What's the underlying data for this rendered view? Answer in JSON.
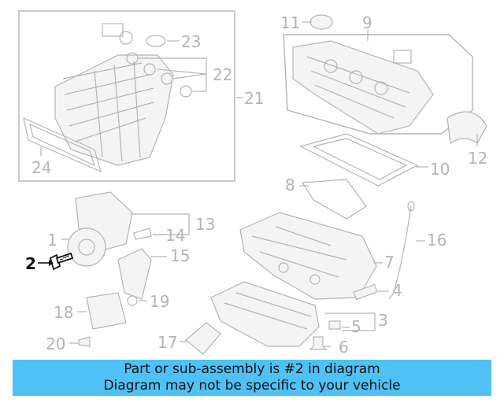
{
  "callouts": [
    {
      "id": "1",
      "label": "1",
      "highlighted": false
    },
    {
      "id": "2",
      "label": "2",
      "highlighted": true
    },
    {
      "id": "3",
      "label": "3",
      "highlighted": false
    },
    {
      "id": "4",
      "label": "4",
      "highlighted": false
    },
    {
      "id": "5",
      "label": "5",
      "highlighted": false
    },
    {
      "id": "6",
      "label": "6",
      "highlighted": false
    },
    {
      "id": "7",
      "label": "7",
      "highlighted": false
    },
    {
      "id": "8",
      "label": "8",
      "highlighted": false
    },
    {
      "id": "9",
      "label": "9",
      "highlighted": false
    },
    {
      "id": "10",
      "label": "10",
      "highlighted": false
    },
    {
      "id": "11",
      "label": "11",
      "highlighted": false
    },
    {
      "id": "12",
      "label": "12",
      "highlighted": false
    },
    {
      "id": "13",
      "label": "13",
      "highlighted": false
    },
    {
      "id": "14",
      "label": "14",
      "highlighted": false
    },
    {
      "id": "15",
      "label": "15",
      "highlighted": false
    },
    {
      "id": "16",
      "label": "16",
      "highlighted": false
    },
    {
      "id": "17",
      "label": "17",
      "highlighted": false
    },
    {
      "id": "18",
      "label": "18",
      "highlighted": false
    },
    {
      "id": "19",
      "label": "19",
      "highlighted": false
    },
    {
      "id": "20",
      "label": "20",
      "highlighted": false
    },
    {
      "id": "21",
      "label": "21",
      "highlighted": false
    },
    {
      "id": "22",
      "label": "22",
      "highlighted": false
    },
    {
      "id": "23",
      "label": "23",
      "highlighted": false
    },
    {
      "id": "24",
      "label": "24",
      "highlighted": false
    }
  ],
  "banner": {
    "line1": "Part or sub-assembly is #2 in diagram",
    "line2": "Diagram may not be specific to your vehicle"
  },
  "colors": {
    "banner_bg": "#4fc1f5",
    "line_art": "#b4b4b4",
    "highlight": "#111111"
  }
}
